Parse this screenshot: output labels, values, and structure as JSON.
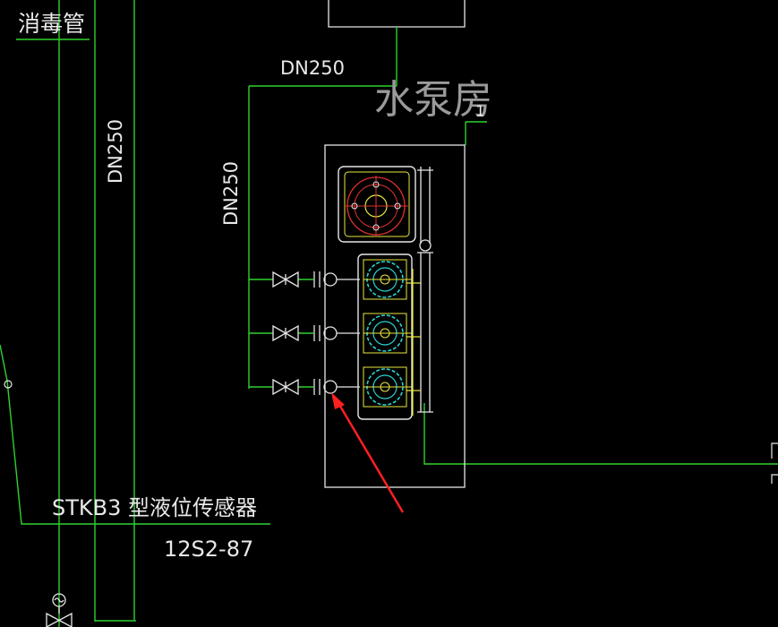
{
  "labels": {
    "disinfection_pipe": "消毒管",
    "pipe_size_top": "DN250",
    "pump_room": "水泵房",
    "pipe_size_left": "DN250",
    "pipe_size_vertical": "DN250",
    "pump_room_marker": "1",
    "sensor_label": "STKB3 型液位传感器",
    "sensor_ref": "12S2-87"
  },
  "colors": {
    "background": "#000000",
    "pipe_green": "#2fd12f",
    "outline_white": "#e6e6e6",
    "pump_yellow": "#e8e840",
    "pump_cyan": "#29d3d3",
    "motor_red": "#e03030",
    "arrow_red": "#ff2020"
  }
}
